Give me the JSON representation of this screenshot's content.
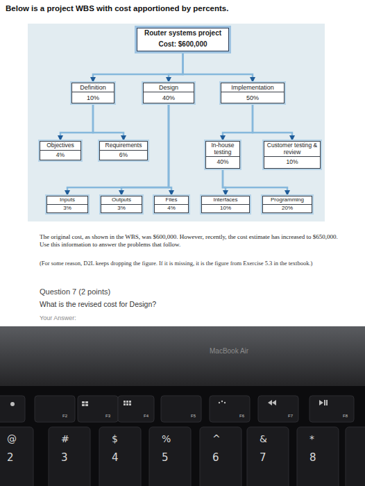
{
  "diagram": {
    "title": "Below is a project WBS with cost apportioned by percents.",
    "nodes": [
      {
        "text": [
          "Router systems project",
          "Cost: $600,000"
        ]
      },
      {
        "text": [
          "Definition",
          "10%"
        ]
      },
      {
        "text": [
          "Design",
          "40%"
        ]
      },
      {
        "text": [
          "Implementation",
          "50%"
        ]
      },
      {
        "text": [
          "Objectives",
          "4%"
        ]
      },
      {
        "text": [
          "Requirements",
          "6%"
        ]
      },
      {
        "text": [
          "In-house testing",
          "40%"
        ]
      },
      {
        "text": [
          "Customer testing & review",
          "10%"
        ]
      },
      {
        "text": [
          "Inputs",
          "3%"
        ]
      },
      {
        "text": [
          "Outputs",
          "3%"
        ]
      },
      {
        "text": [
          "Files",
          "4%"
        ]
      },
      {
        "text": [
          "Interfaces",
          "10%"
        ]
      },
      {
        "text": [
          "Programming",
          "20%"
        ]
      }
    ],
    "edges": [
      {
        "from": 0,
        "to": 1,
        "arrow": "to"
      },
      {
        "from": 0,
        "to": 2,
        "arrow": "to"
      },
      {
        "from": 0,
        "to": 3,
        "arrow": "to"
      },
      {
        "from": 1,
        "to": 4,
        "arrow": "to"
      },
      {
        "from": 1,
        "to": 5,
        "arrow": "to"
      },
      {
        "from": 3,
        "to": 6,
        "arrow": "to"
      },
      {
        "from": 3,
        "to": 7,
        "arrow": "to"
      },
      {
        "from": 2,
        "to": 8,
        "arrow": "to"
      },
      {
        "from": 2,
        "to": 9,
        "arrow": "to"
      },
      {
        "from": 2,
        "to": 10,
        "arrow": "to"
      },
      {
        "from": 6,
        "to": 11,
        "arrow": "to"
      },
      {
        "from": 6,
        "to": 12,
        "arrow": "to"
      }
    ],
    "labels": [
      "The original cost, as shown in the WBS, was $600,000. However, recently, the cost estimate has increased to $650,000. Use this information to answer the problems that follow.",
      "(For some reason, D2L keeps dropping the figure. If it is missing, it is the figure from Exercise 5.3 in the textbook.)",
      "Question 7 (2 points)",
      "What is the revised cost for Design?",
      "Your Answer:",
      "MacBook Air",
      "F2",
      "F3",
      "F4",
      "F5",
      "F6",
      "F7",
      "F8",
      "@",
      "2",
      "#",
      "3",
      "$",
      "4",
      "%",
      "5",
      "^",
      "6",
      "&",
      "7",
      "*",
      "8"
    ]
  }
}
